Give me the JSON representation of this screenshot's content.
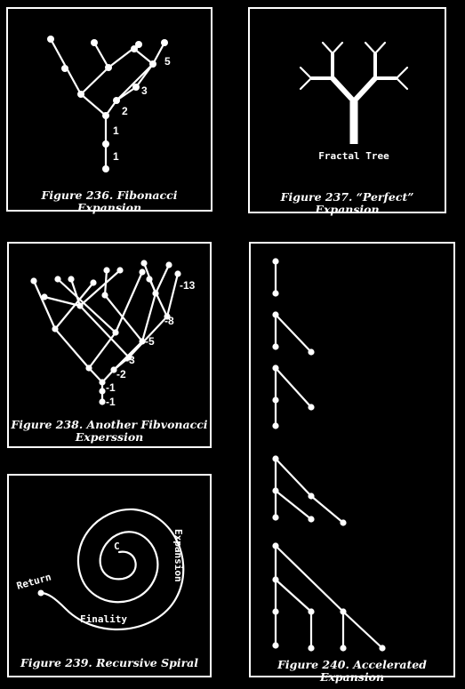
{
  "figures": {
    "fig236": {
      "caption": "Figure 236. Fibonacci Expansion",
      "labels": [
        "1",
        "1",
        "2",
        "3",
        "5"
      ]
    },
    "fig237": {
      "caption": "Figure 237. “Perfect” Expansion",
      "diagram_label": "Fractal Tree"
    },
    "fig238": {
      "caption_line1": "Figure 238. Another Fibvonacci",
      "caption_line2": "Experssion",
      "labels": [
        "-1",
        "-1",
        "-2",
        "-3",
        "-5",
        "-8",
        "-13"
      ]
    },
    "fig239": {
      "caption": "Figure 239. Recursive Spiral",
      "center_label": "C",
      "labels": {
        "expansion": "Expansion",
        "return": "Return",
        "finality": "Finality"
      }
    },
    "fig240": {
      "caption": "Figure 240. Accelerated Expansion"
    }
  },
  "colors": {
    "background": "#000000",
    "foreground": "#ffffff"
  }
}
